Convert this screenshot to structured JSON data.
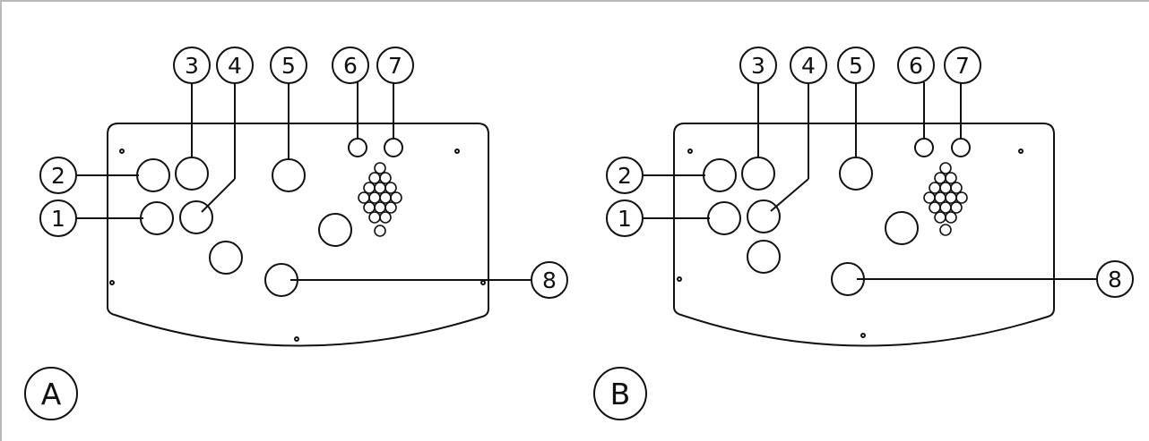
{
  "panels": [
    {
      "id": "A",
      "label": "A",
      "callouts": [
        "1",
        "2",
        "3",
        "4",
        "5",
        "6",
        "7",
        "8"
      ]
    },
    {
      "id": "B",
      "label": "B",
      "callouts": [
        "1",
        "2",
        "3",
        "4",
        "5",
        "6",
        "7",
        "8"
      ]
    }
  ],
  "colors": {
    "stroke": "#111111",
    "frame": "#b9b9b9",
    "background": "#ffffff"
  }
}
